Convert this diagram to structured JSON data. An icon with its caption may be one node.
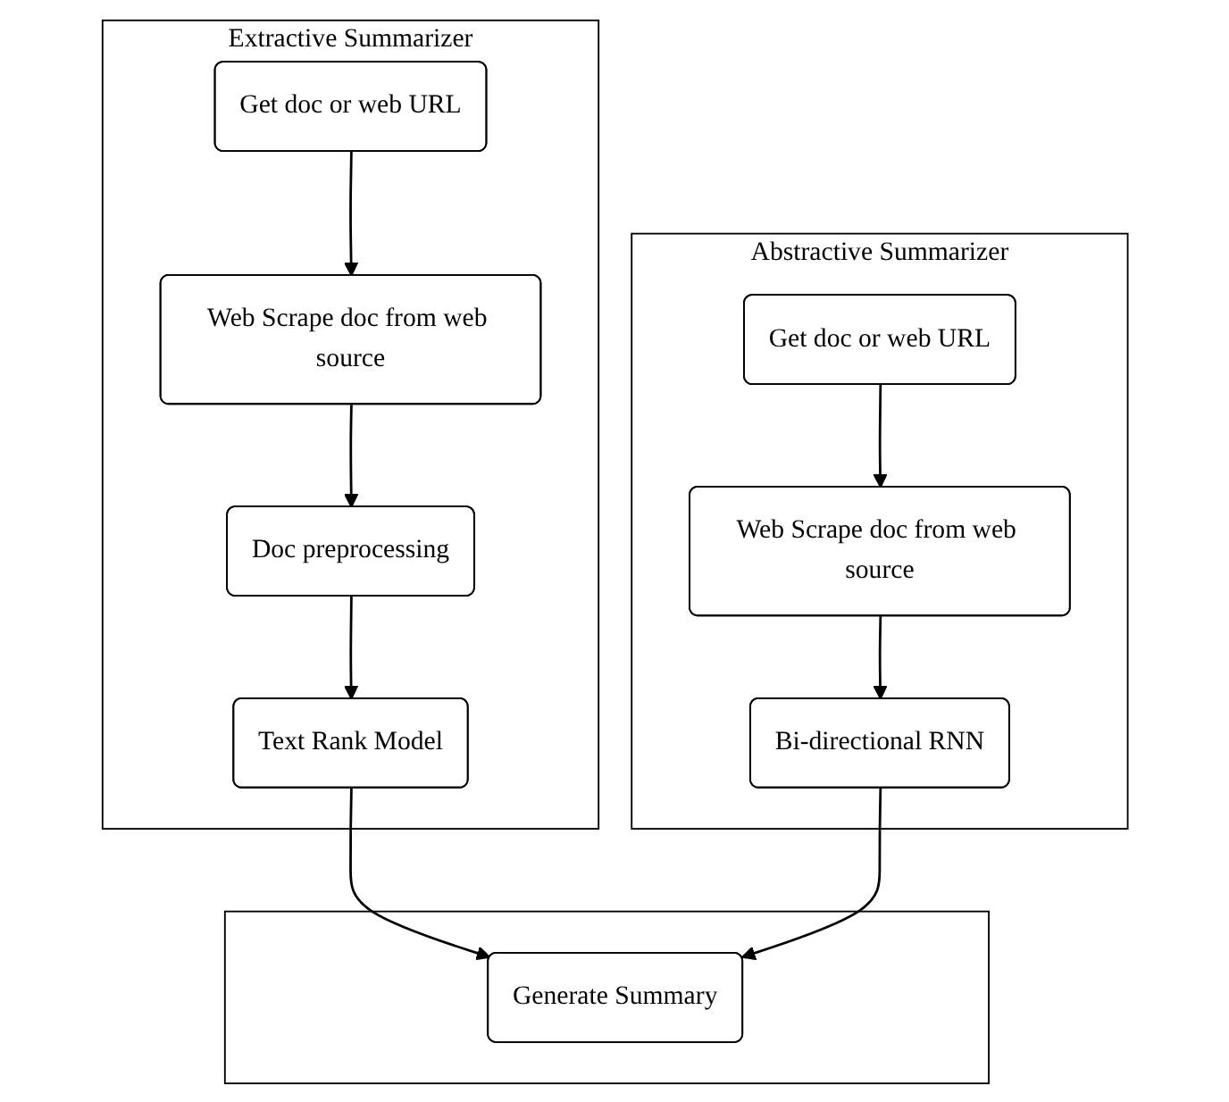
{
  "diagram": {
    "nodes": [
      {
        "text": [
          "Extractive Summarizer"
        ]
      },
      {
        "text": [
          "Get doc or web URL"
        ],
        "in": 0
      },
      {
        "text": [
          "Web Scrape doc from web source"
        ],
        "in": 0
      },
      {
        "text": [
          "Doc preprocessing"
        ],
        "in": 0
      },
      {
        "text": [
          "Text Rank Model"
        ],
        "in": 0
      },
      {
        "text": [
          "Abstractive Summarizer"
        ]
      },
      {
        "text": [
          "Get doc or web URL"
        ],
        "in": 5
      },
      {
        "text": [
          "Web Scrape doc from web source"
        ],
        "in": 5
      },
      {
        "text": [
          "Bi-directional RNN"
        ],
        "in": 5
      },
      {
        "text": [],
        "shape": "box"
      },
      {
        "text": [
          "Generate Summary"
        ],
        "in": 9
      }
    ],
    "edges": [
      {
        "from": 1,
        "to": 2,
        "arrow": "to"
      },
      {
        "from": 2,
        "to": 3,
        "arrow": "to"
      },
      {
        "from": 3,
        "to": 4,
        "arrow": "to"
      },
      {
        "from": 4,
        "to": 10,
        "arrow": "to"
      },
      {
        "from": 6,
        "to": 7,
        "arrow": "to"
      },
      {
        "from": 7,
        "to": 8,
        "arrow": "to"
      },
      {
        "from": 8,
        "to": 10,
        "arrow": "to"
      }
    ]
  }
}
